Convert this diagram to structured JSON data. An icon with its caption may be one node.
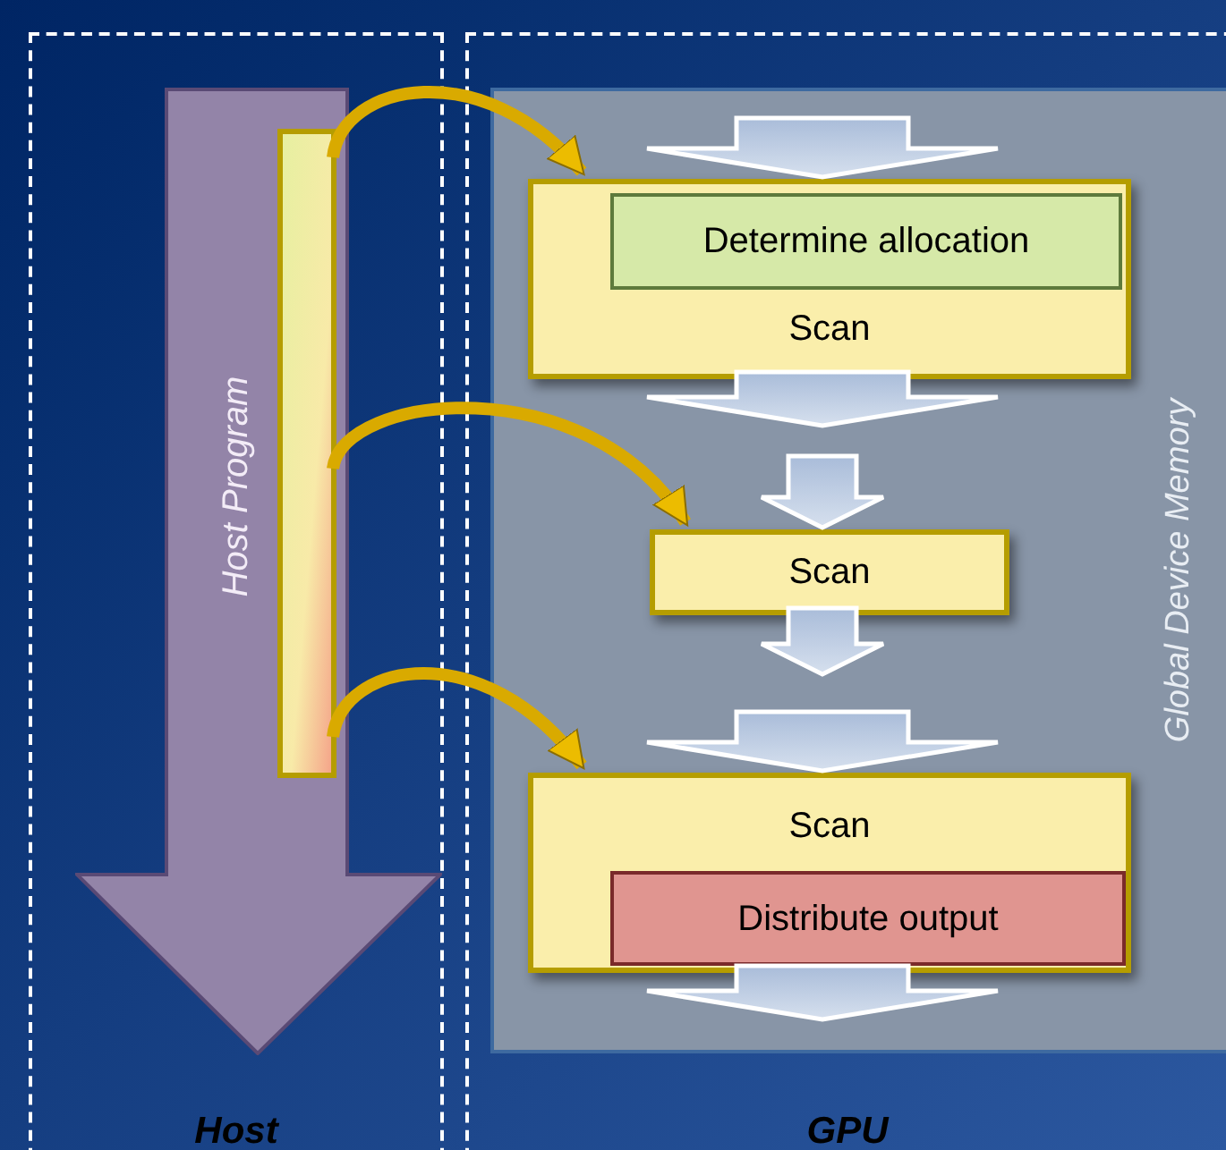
{
  "diagram": {
    "nodes": [
      {
        "text": [
          "Host"
        ]
      },
      {
        "text": [
          "GPU"
        ]
      },
      {
        "text": [
          "Host Program"
        ],
        "in": 0
      },
      {
        "text": [],
        "shape": "bar",
        "in": 2
      },
      {
        "text": [
          "Global Device Memory"
        ],
        "in": 1
      },
      {
        "text": [
          "Scan"
        ],
        "in": 4
      },
      {
        "text": [
          "Determine allocation"
        ],
        "in": 5
      },
      {
        "text": [
          "Scan"
        ],
        "in": 4
      },
      {
        "text": [
          "Scan"
        ],
        "in": 4
      },
      {
        "text": [
          "Distribute output"
        ],
        "in": 8
      }
    ],
    "edges": [
      {
        "from": 3,
        "to": 5,
        "arrow": "to",
        "color": "#d9aa00"
      },
      {
        "from": 3,
        "to": 7,
        "arrow": "to",
        "color": "#d9aa00"
      },
      {
        "from": 3,
        "to": 8,
        "arrow": "to",
        "color": "#d9aa00"
      },
      {
        "from": null,
        "to": 5,
        "arrow": "to",
        "style": "thick"
      },
      {
        "from": 5,
        "to": null,
        "arrow": "to",
        "style": "thick"
      },
      {
        "from": null,
        "to": 7,
        "arrow": "to",
        "style": "thick"
      },
      {
        "from": 7,
        "to": null,
        "arrow": "to",
        "style": "thick"
      },
      {
        "from": null,
        "to": 8,
        "arrow": "to",
        "style": "thick"
      },
      {
        "from": 8,
        "to": null,
        "arrow": "to",
        "style": "thick"
      }
    ]
  }
}
